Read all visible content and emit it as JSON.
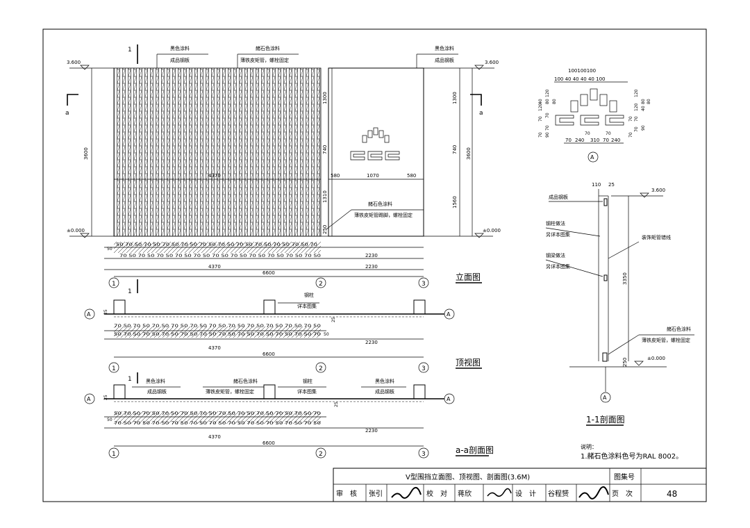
{
  "elev": {
    "lvl_top_l": "3.600",
    "lvl_top_r": "3.600",
    "lvl_0_l": "±0.000",
    "lvl_0_r": "±0.000",
    "h3600": "3600",
    "h3600r": "3600",
    "w4370": "4370",
    "h1300": "1300",
    "h740": "740",
    "h1310": "1310",
    "h250": "250",
    "h1300r": "1300",
    "h740r": "740",
    "h1560": "1560",
    "w580a": "580",
    "w1070": "1070",
    "w580b": "580",
    "lab1": "黑色涂料",
    "lab2": "成品钢板",
    "lab3": "赭石色涂料",
    "lab4": "薄铁皮矩管，螺栓固定",
    "lab5": "黑色涂料",
    "lab6": "成品钢板",
    "lab7": "赭石色涂料",
    "lab8": "薄铁皮矩管踢脚，螺栓固定",
    "sec_mark": "a",
    "sec_mark_r": "a",
    "cut": "1",
    "dim50": "50",
    "dimrow_a": "50 70 50 70 50 70 50 70 50 70 50 70 50 70 50 70 50 70 50 70 50 70",
    "dimrow_b": "70 50 70 50 70 50 70 50 70 50 70 50 70 50 70 50 70 50 70 50 70 50",
    "d4370": "4370",
    "d2230a": "2230",
    "d2230b": "2230",
    "d6600": "6600",
    "ax1": "1",
    "ax2": "2",
    "ax3": "3",
    "title": "立面图"
  },
  "top": {
    "cut": "1",
    "col_label1": "钢柱",
    "col_label2": "详本图集",
    "A": "A",
    "d25a": "25",
    "d25b": "25",
    "dimrow_a": "70 50 70 50 70 50 70 50 70 50 70 50 70 50 70 50 70 50 70 50 70 50",
    "dimrow_b": "50 70 50 70 50 70 50 70 50 70 50 70 50 70 50 70 50 70 50 70 50 70",
    "d50": "50",
    "d4370": "4370",
    "d2230": "2230",
    "d6600": "6600",
    "ax1": "1",
    "ax2": "2",
    "ax3": "3",
    "title": "顶视图"
  },
  "aa": {
    "cut": "1",
    "l1": "黑色涂料",
    "l2": "成品钢板",
    "l3": "赭石色涂料",
    "l4": "薄铁皮矩管，螺栓固定",
    "l5": "钢柱",
    "l6": "详本图集",
    "l7": "黑色涂料",
    "l8": "成品钢板",
    "A": "A",
    "d25a": "25",
    "d25b": "25",
    "dimrow_a": "50 70 50 70 50 70 50 70 50 70 50 70 50 70 50 70 50 70 50 70 50 70",
    "dimrow_b": "70 50 70 50 70 50 70 50 70 50 70 50 70 50 70 50 70 50 70 50 70 50",
    "d50": "50",
    "d4370": "4370",
    "d2230": "2230",
    "d6600": "6600",
    "ax1": "1",
    "ax2": "2",
    "ax3": "3",
    "title": "a-a剖面图"
  },
  "logo": {
    "top": "100100100",
    "row1": "100  40 40 40 40  100",
    "l120": "120",
    "l80": "80",
    "l70a": "70",
    "l120b": "120",
    "l40": "40",
    "l70b": "70",
    "l70c": "70",
    "l90": "90",
    "l80b": "80",
    "l70d": "70",
    "r120": "120",
    "r80": "80",
    "r70a": "70",
    "r120b": "120",
    "r40": "40",
    "r70b": "70",
    "r70c": "70",
    "r90": "90",
    "r80b": "80",
    "r70d": "70",
    "b70a": "70",
    "b70b": "70",
    "b70": "70",
    "b240a": "240",
    "b310": "310",
    "b70c": "70",
    "b240b": "240",
    "A": "A"
  },
  "sec11": {
    "d110": "110",
    "d25": "25",
    "lvl_top": "3.600",
    "l1": "成品钢板",
    "l2": "钢柱做法",
    "l3": "另详本图集",
    "l4": "钢梁做法",
    "l5": "另详本图集",
    "l6": "装饰矩管错线",
    "h3350": "3350",
    "h250": "250",
    "l7": "赭石色涂料",
    "l8": "薄铁皮矩管，螺栓固定",
    "lvl_0": "±0.000",
    "A": "A",
    "title": "1-1剖面图"
  },
  "note": {
    "head": "说明：",
    "line1": "1.赭石色涂料色号为RAL 8002。"
  },
  "titleblock": {
    "name": "V型围挡立面图、顶视图、剖面图(3.6M)",
    "atlas_label": "图集号",
    "atlas_value": "",
    "review": "审　核",
    "review_name": "张引",
    "check": "校　对",
    "check_name": "蒋欣",
    "design": "设　计",
    "design_name": "谷程赟",
    "page_label": "页　次",
    "page_value": "48"
  }
}
